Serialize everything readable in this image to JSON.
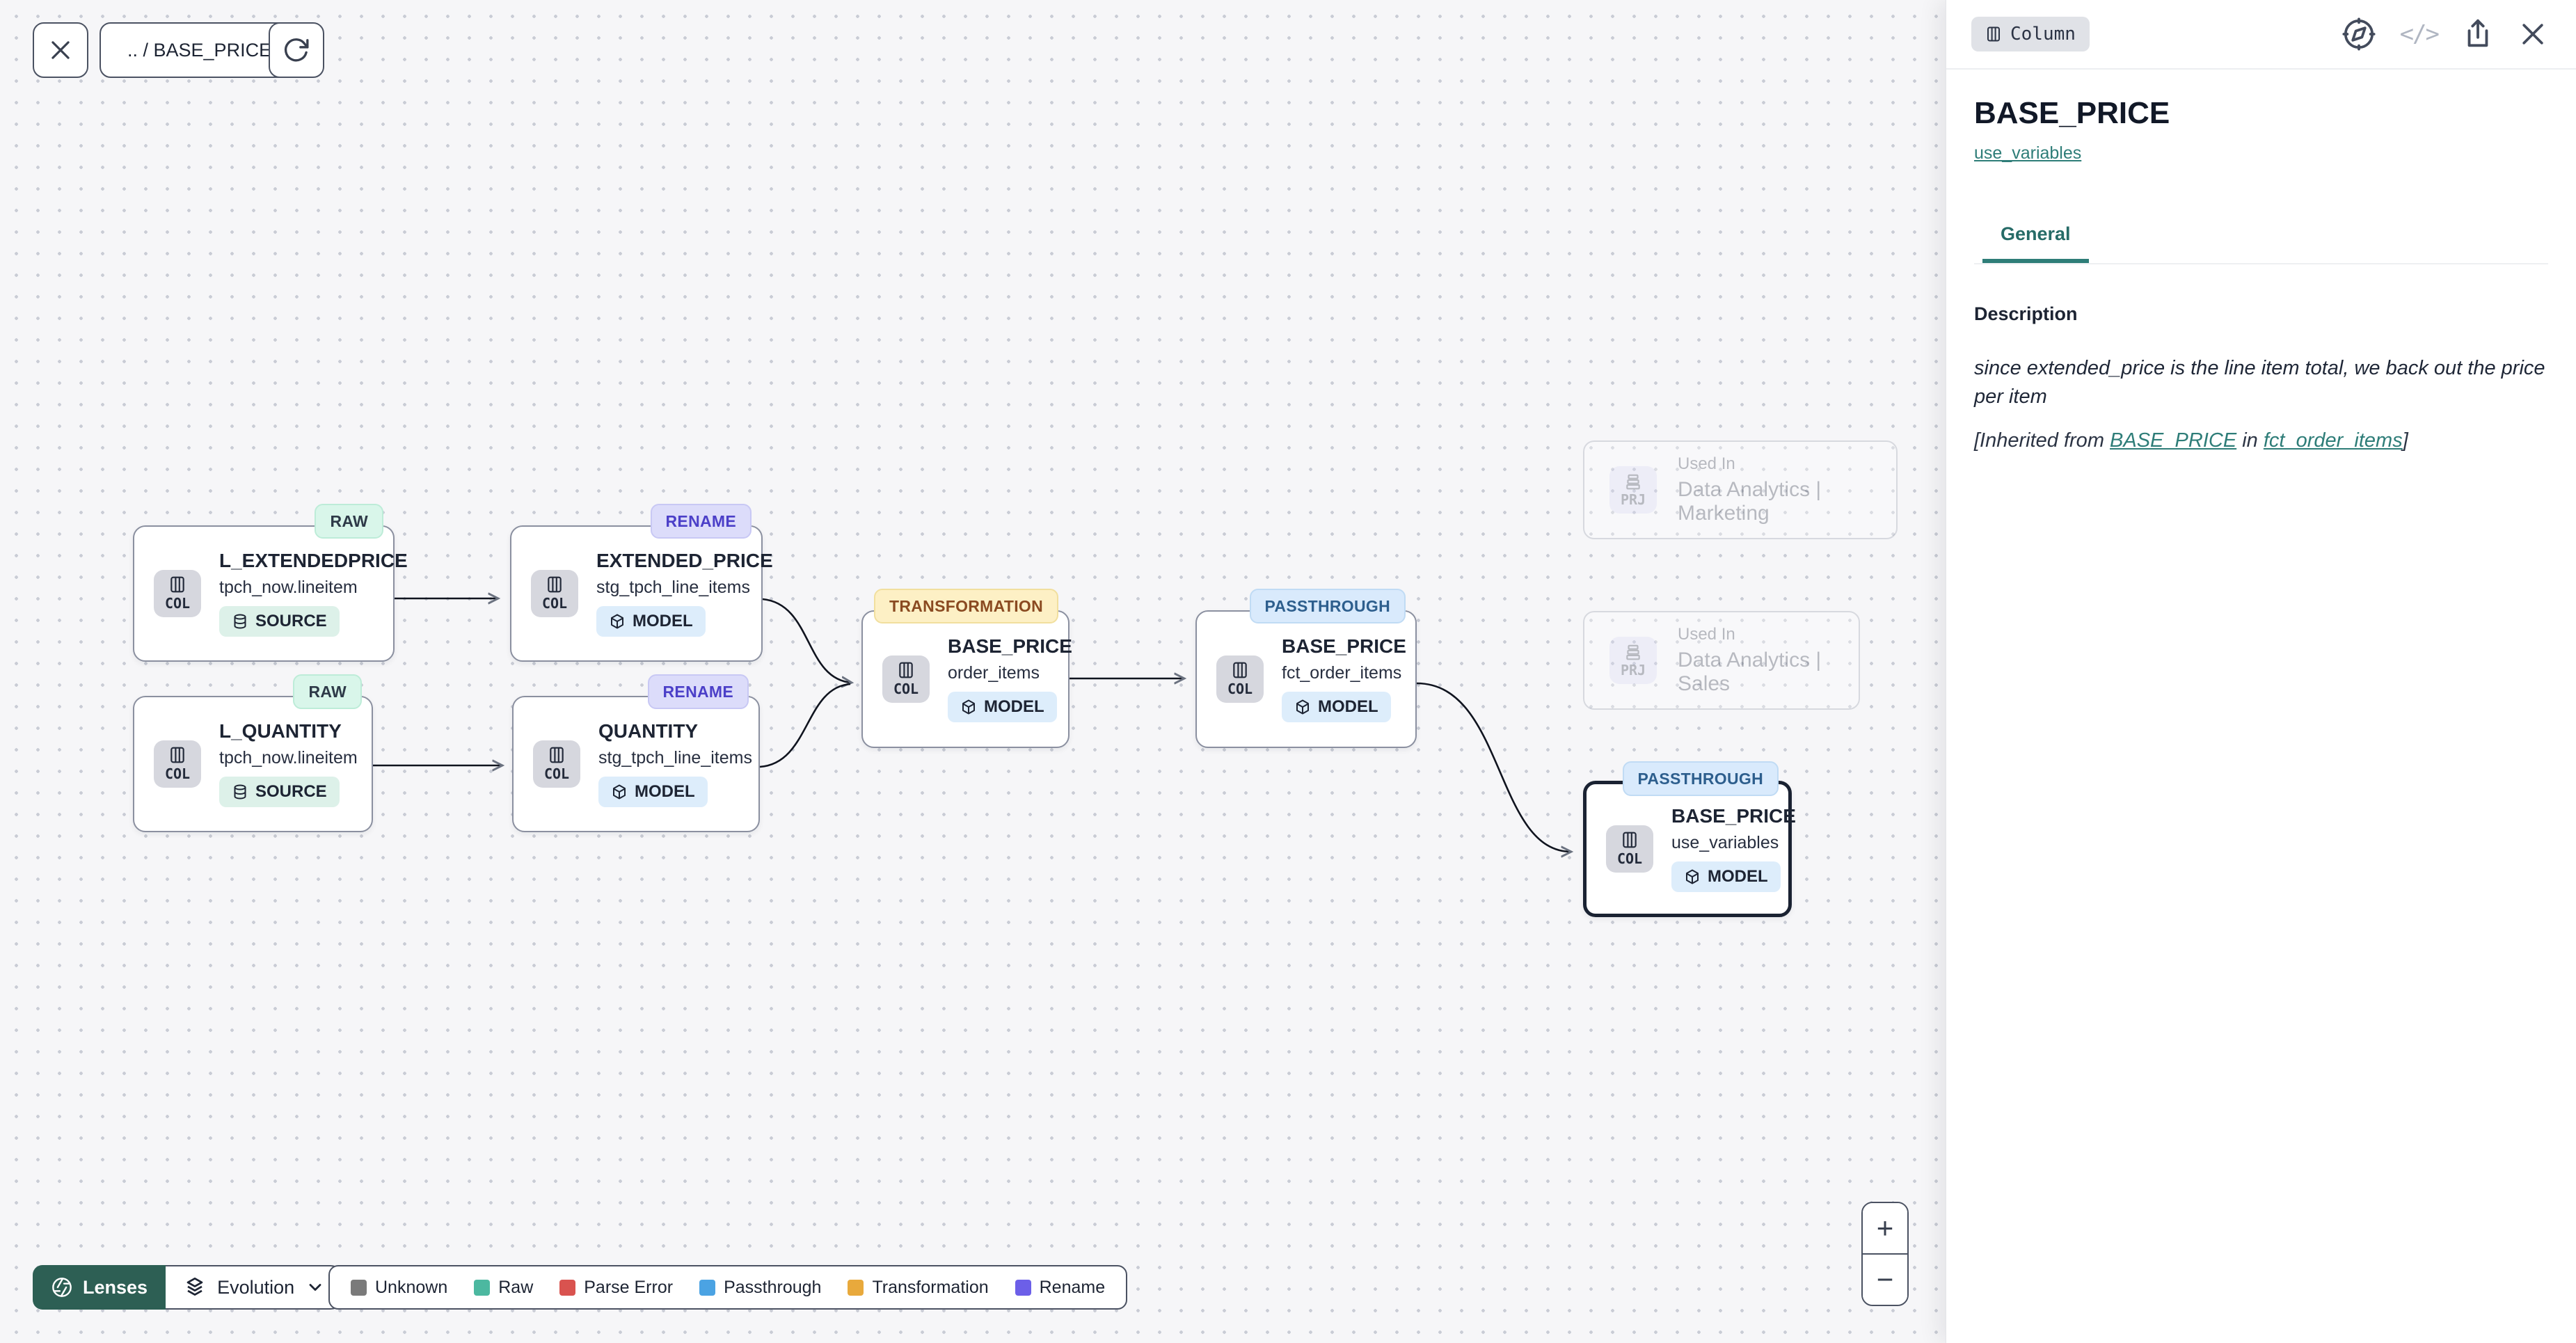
{
  "toolbar": {
    "breadcrumb": ".. / BASE_PRICE"
  },
  "graph": {
    "nodes": [
      {
        "badge": "RAW",
        "title": "L_EXTENDEDPRICE",
        "subtitle": "tpch_now.lineitem",
        "kind": "COL",
        "type": "SOURCE"
      },
      {
        "badge": "RENAME",
        "title": "EXTENDED_PRICE",
        "subtitle": "stg_tpch_line_items",
        "kind": "COL",
        "type": "MODEL"
      },
      {
        "badge": "RAW",
        "title": "L_QUANTITY",
        "subtitle": "tpch_now.lineitem",
        "kind": "COL",
        "type": "SOURCE"
      },
      {
        "badge": "RENAME",
        "title": "QUANTITY",
        "subtitle": "stg_tpch_line_items",
        "kind": "COL",
        "type": "MODEL"
      },
      {
        "badge": "TRANSFORMATION",
        "title": "BASE_PRICE",
        "subtitle": "order_items",
        "kind": "COL",
        "type": "MODEL"
      },
      {
        "badge": "PASSTHROUGH",
        "title": "BASE_PRICE",
        "subtitle": "fct_order_items",
        "kind": "COL",
        "type": "MODEL"
      },
      {
        "badge": "PASSTHROUGH",
        "title": "BASE_PRICE",
        "subtitle": "use_variables",
        "kind": "COL",
        "type": "MODEL"
      }
    ],
    "used_in": [
      {
        "kind": "PRJ",
        "label": "Used In",
        "project": "Data Analytics | Marketing"
      },
      {
        "kind": "PRJ",
        "label": "Used In",
        "project": "Data Analytics | Sales"
      }
    ]
  },
  "controls": {
    "zoom_in": "+",
    "zoom_out": "−",
    "lenses_label": "Lenses",
    "lens_selected": "Evolution"
  },
  "legend": {
    "items": [
      {
        "label": "Unknown",
        "color": "#7a7a7a"
      },
      {
        "label": "Raw",
        "color": "#4cb8a0"
      },
      {
        "label": "Parse Error",
        "color": "#d9534f"
      },
      {
        "label": "Passthrough",
        "color": "#4ba3e3"
      },
      {
        "label": "Transformation",
        "color": "#e8a93c"
      },
      {
        "label": "Rename",
        "color": "#6c5fe8"
      }
    ]
  },
  "panel": {
    "kind_badge": "Column",
    "code_icon_text": "</>",
    "title": "BASE_PRICE",
    "model_link": "use_variables",
    "tab": "General",
    "section_title": "Description",
    "description": "since extended_price is the line item total, we back out the price per item",
    "inherited_prefix": "[Inherited from ",
    "inherited_link1": "BASE_PRICE",
    "inherited_mid": " in ",
    "inherited_link2": "fct_order_items",
    "inherited_suffix": "]"
  }
}
